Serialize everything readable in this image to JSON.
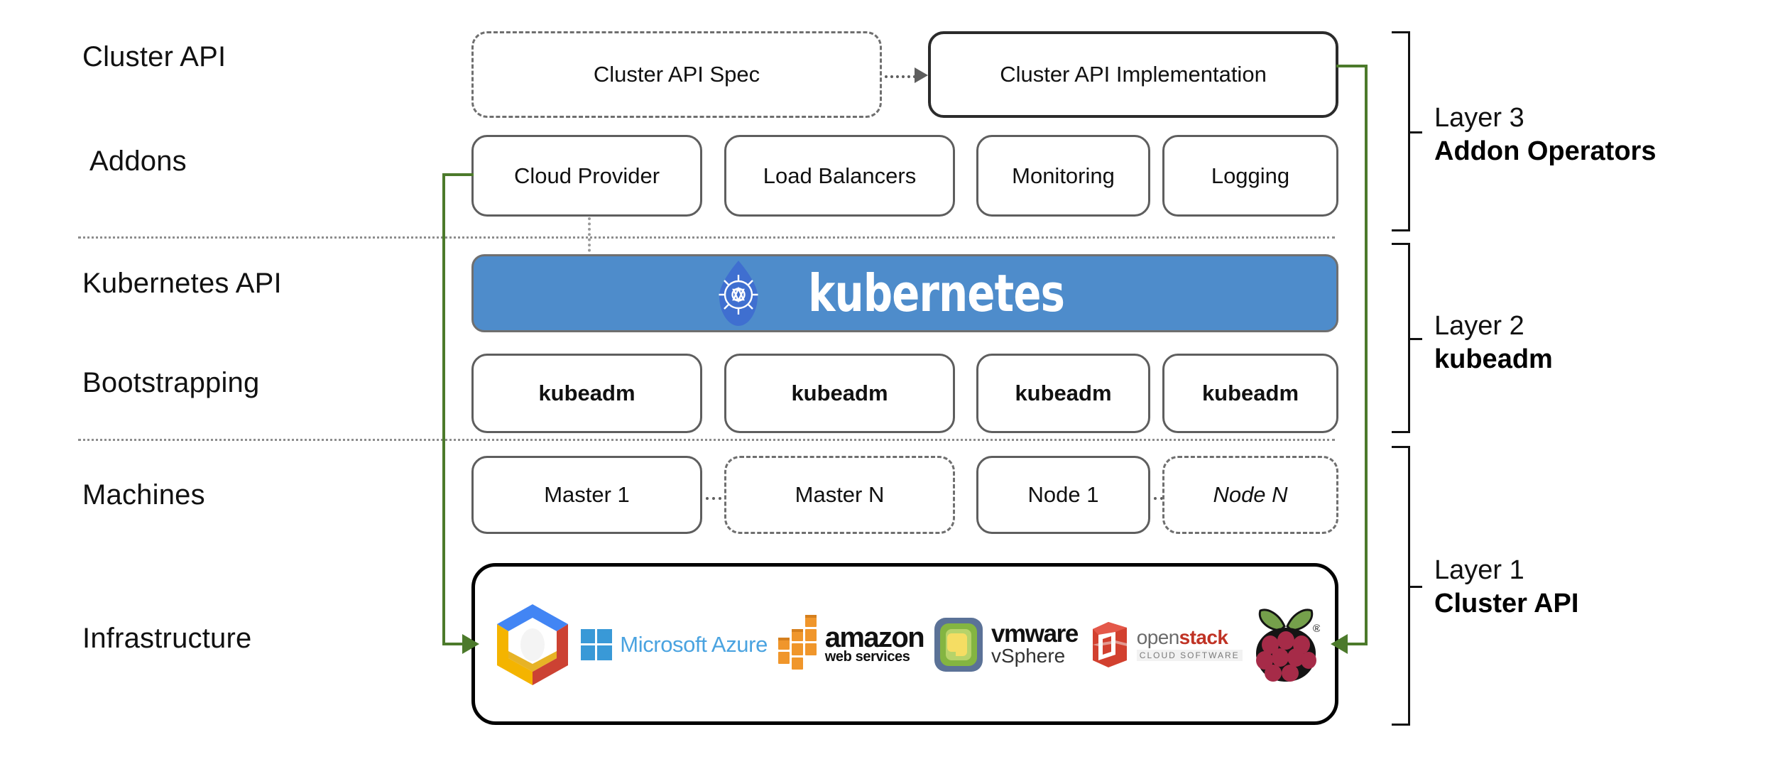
{
  "diagram": {
    "title": "Kubernetes Cluster API layered architecture",
    "accent_green": "#4c7a2b",
    "kubernetes_blue": "#4e8ccb"
  },
  "row_labels": [
    {
      "key": "cluster-api",
      "text": "Cluster API"
    },
    {
      "key": "addons",
      "text": "Addons"
    },
    {
      "key": "kubernetes-api",
      "text": "Kubernetes API"
    },
    {
      "key": "bootstrapping",
      "text": "Bootstrapping"
    },
    {
      "key": "machines",
      "text": "Machines"
    },
    {
      "key": "infrastructure",
      "text": "Infrastructure"
    }
  ],
  "cluster_api_row": {
    "spec": {
      "label": "Cluster API Spec",
      "style": "dashed"
    },
    "implementation": {
      "label": "Cluster API Implementation",
      "style": "solid"
    },
    "arrow": "dotted-arrow-right"
  },
  "addons_row": {
    "boxes": [
      {
        "label": "Cloud Provider"
      },
      {
        "label": "Load Balancers"
      },
      {
        "label": "Monitoring"
      },
      {
        "label": "Logging"
      }
    ]
  },
  "kubernetes_banner": {
    "wordmark": "kubernetes",
    "logo_name": "kubernetes-helm-wheel-icon",
    "background": "#4e8ccb"
  },
  "bootstrapping_row": {
    "boxes": [
      {
        "label": "kubeadm"
      },
      {
        "label": "kubeadm"
      },
      {
        "label": "kubeadm"
      },
      {
        "label": "kubeadm"
      }
    ]
  },
  "machines_row": {
    "boxes": [
      {
        "label": "Master 1",
        "style": "solid"
      },
      {
        "label": "Master N",
        "style": "dashed"
      },
      {
        "label": "Node 1",
        "style": "solid"
      },
      {
        "label": "Node N",
        "style": "dashed",
        "italic_tail": true
      }
    ],
    "ellipsis": "dotted-connector"
  },
  "infrastructure_row": {
    "providers": [
      {
        "name": "google-cloud-platform",
        "label": ""
      },
      {
        "name": "microsoft-azure",
        "label": "Microsoft Azure"
      },
      {
        "name": "amazon-web-services",
        "label": "amazon",
        "sublabel": "web services"
      },
      {
        "name": "vmware-vsphere",
        "label": "vmware",
        "sublabel": "vSphere"
      },
      {
        "name": "openstack",
        "label": "open",
        "label2": "stack",
        "sublabel": "CLOUD SOFTWARE"
      },
      {
        "name": "raspberry-pi",
        "label": ""
      }
    ]
  },
  "layers": [
    {
      "key": "layer-3",
      "line1": "Layer 3",
      "line2": "Addon Operators"
    },
    {
      "key": "layer-2",
      "line1": "Layer 2",
      "line2": "kubeadm"
    },
    {
      "key": "layer-1",
      "line1": "Layer 1",
      "line2": "Cluster API"
    }
  ]
}
